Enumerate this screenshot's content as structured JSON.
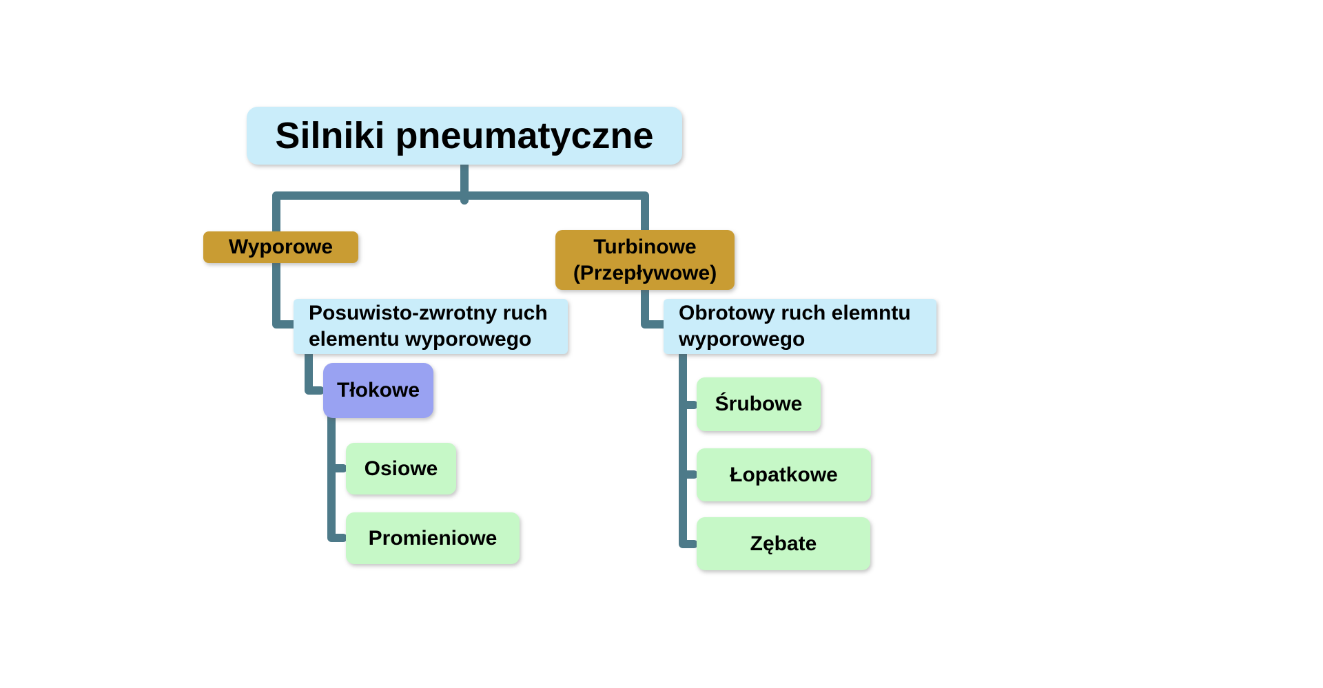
{
  "diagram": {
    "title": {
      "label": "Silniki pneumatyczne"
    },
    "branches": {
      "wyporowe": {
        "label": "Wyporowe"
      },
      "turbinowe": {
        "line1": "Turbinowe",
        "line2": "(Przepływowe)"
      }
    },
    "left": {
      "motion": {
        "line1": "Posuwisto-zwrotny ruch",
        "line2": "elementu wyporowego"
      },
      "tlokowe": {
        "label": "Tłokowe"
      },
      "children": [
        {
          "label": "Osiowe"
        },
        {
          "label": "Promieniowe"
        }
      ]
    },
    "right": {
      "motion": {
        "line1": "Obrotowy ruch elemntu",
        "line2": "wyporowego"
      },
      "children": [
        {
          "label": "Śrubowe"
        },
        {
          "label": "Łopatkowe"
        },
        {
          "label": "Zębate"
        }
      ]
    },
    "colors": {
      "root_fill": "#caedfa",
      "category_fill": "#c99c33",
      "motion_fill": "#caedfa",
      "tlokowe_fill": "#99a2f2",
      "leaf_fill": "#c6f8c7",
      "connector": "#4d7a89",
      "text": "#000000"
    }
  }
}
